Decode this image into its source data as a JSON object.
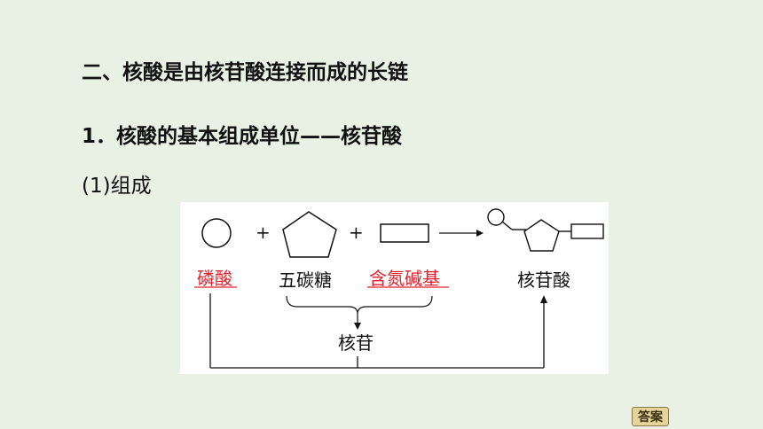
{
  "heading": "二、核酸是由核苷酸连接而成的长链",
  "section": {
    "item1": "1．核酸的基本组成单位——核苷酸",
    "item1_sub": "(1)组成"
  },
  "diagram": {
    "plus1": "+",
    "plus2": "+",
    "phosphate": "磷酸",
    "pentose": "五碳糖",
    "base": "含氮碱基",
    "nucleotide": "核苷酸",
    "nucleoside": "核苷"
  },
  "colors": {
    "background": "#e9f0e4",
    "highlight": "#e0202a",
    "answer_button": "#e4d39a"
  },
  "answer_button": "答案"
}
